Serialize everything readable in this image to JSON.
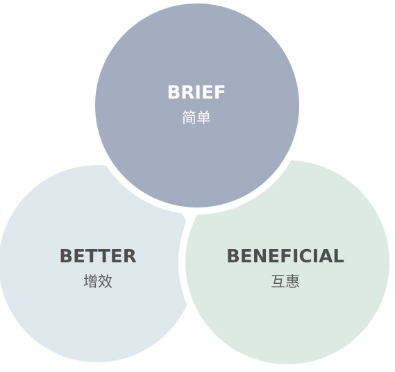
{
  "colors": {
    "brief_fill": "#a4adbf",
    "better_fill": "#dfe8ed",
    "beneficial_fill": "#ddeae4",
    "gap": "#ffffff",
    "brief_text": "#ffffff",
    "other_title": "#4d4d4d",
    "other_subtitle": "#5a5a5a"
  },
  "circles": {
    "brief": {
      "title": "BRIEF",
      "subtitle": "简单"
    },
    "better": {
      "title": "BETTER",
      "subtitle": "增效"
    },
    "beneficial": {
      "title": "BENEFICIAL",
      "subtitle": "互惠"
    }
  }
}
